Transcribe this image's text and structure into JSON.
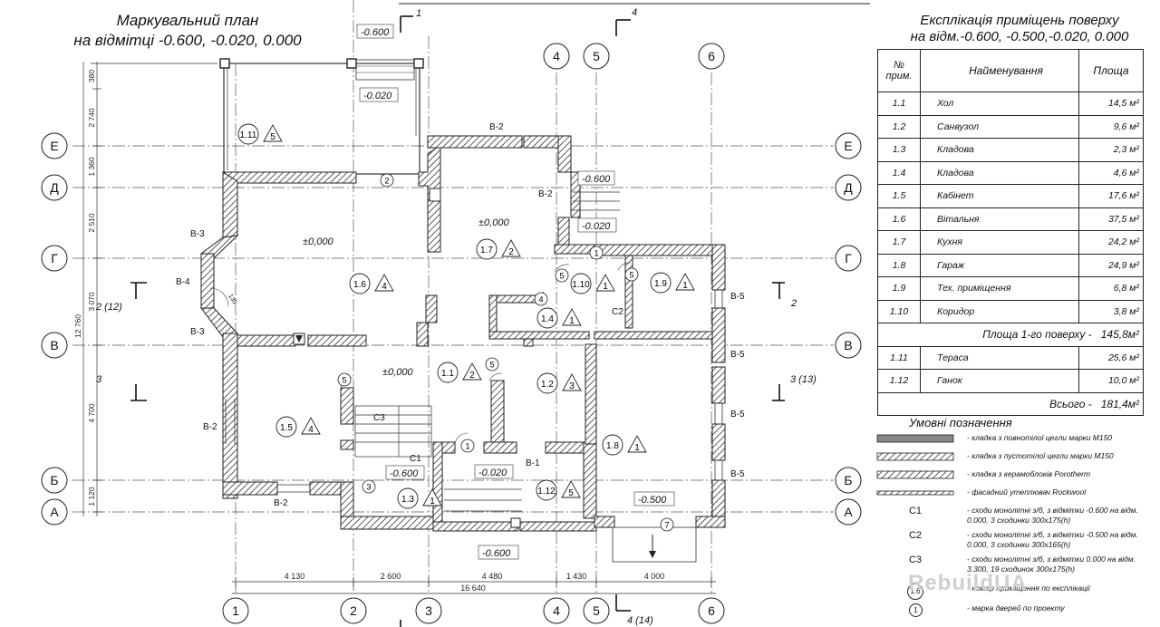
{
  "plan_title": {
    "line1": "Маркувальний план",
    "line2": "на відмітці  -0.600, -0.020,  0.000"
  },
  "explication": {
    "title_line1": "Експлікація приміщень поверху",
    "title_line2": "на відм.-0.600, -0.500,-0.020, 0.000",
    "headers": {
      "no": "№ прим.",
      "name": "Найменування",
      "area": "Площа"
    },
    "rows": [
      {
        "no": "1.1",
        "name": "Хол",
        "area": "14,5 м²"
      },
      {
        "no": "1.2",
        "name": "Санвузол",
        "area": "9,6 м²"
      },
      {
        "no": "1.3",
        "name": "Кладова",
        "area": "2,3 м²"
      },
      {
        "no": "1.4",
        "name": "Кладова",
        "area": "4,6 м²"
      },
      {
        "no": "1.5",
        "name": "Кабінет",
        "area": "17,6 м²"
      },
      {
        "no": "1.6",
        "name": "Вітальня",
        "area": "37,5 м²"
      },
      {
        "no": "1.7",
        "name": "Кухня",
        "area": "24,2 м²"
      },
      {
        "no": "1.8",
        "name": "Гараж",
        "area": "24,9 м²"
      },
      {
        "no": "1.9",
        "name": "Тех. приміщення",
        "area": "6,8 м²"
      },
      {
        "no": "1.10",
        "name": "Коридор",
        "area": "3,8 м²"
      }
    ],
    "floor_total": {
      "label": "Площа 1-го поверху -",
      "value": "145,8м²"
    },
    "extra_rows": [
      {
        "no": "1.11",
        "name": "Тераса",
        "area": "25,6 м²"
      },
      {
        "no": "1.12",
        "name": "Ганок",
        "area": "10,0 м²"
      }
    ],
    "grand_total": {
      "label": "Всього -",
      "value": "181,4м²"
    }
  },
  "legend": {
    "title": "Умовні позначення",
    "items": [
      {
        "symbol": "",
        "text": "- кладка з повнотілої цегли марки М150"
      },
      {
        "symbol": "",
        "text": "- кладка з пустотілої цегли марки М150"
      },
      {
        "symbol": "",
        "text": "- кладка з керамоблоків Porotherm"
      },
      {
        "symbol": "",
        "text": "- фасадний утеплювач Rockwool"
      },
      {
        "symbol": "С1",
        "text": "- сходи монолітні з/б, з відмітки -0.600 на відм. 0.000, 3 сходинки 300х175(h)"
      },
      {
        "symbol": "С2",
        "text": "- сходи монолітні з/б, з відмітки -0.500 на відм. 0.000, 3 сходинки 300х165(h)"
      },
      {
        "symbol": "С3",
        "text": "- сходи монолітні з/б, з відмітки 0.000 на відм. 3.300, 19 сходинок 300х175(h)"
      },
      {
        "symbol": "1.6",
        "text": "- номер приміщення по експлікації"
      },
      {
        "symbol": "1",
        "text": "- марка дверей по проекту"
      }
    ]
  },
  "watermark": "RebuildUA",
  "axes": {
    "numeric": [
      "1",
      "2",
      "3",
      "4",
      "5",
      "6"
    ],
    "letters": [
      "А",
      "Б",
      "В",
      "Г",
      "Д",
      "Е"
    ]
  },
  "dimensions": {
    "bottom_spans": [
      "4 130",
      "2 600",
      "4 480",
      "1 430",
      "4 000"
    ],
    "bottom_total": "16 640",
    "left_spans": [
      "380",
      "2 740",
      "1 360",
      "2 510",
      "3 070",
      "4 700",
      "1 120"
    ],
    "left_total": "12 760"
  },
  "levels": {
    "top": "-0.600",
    "terrace": "-0.020",
    "stair_landing_upper": "-0.600",
    "stair_landing_lower": "-0.020",
    "living": "±0,000",
    "kitchen": "±0,000",
    "hall": "±0,000",
    "porch": "-0.020",
    "c1_landing": "-0.600",
    "garage": "-0.500",
    "outside": "-0.600"
  },
  "sections": {
    "s1": "1",
    "s4_top": "4",
    "s2_left": "2  (12)",
    "s2_right": "2",
    "s3_left": "3",
    "s3_right": "3  (13)",
    "s4_bottom": "4  (14)"
  },
  "stairs": {
    "c1": "С1",
    "c2": "С2",
    "c3": "С3"
  },
  "openings": {
    "b1": "В-1",
    "b2": "В-2",
    "b3": "В-3",
    "b4": "В-4",
    "b5": "В-5"
  },
  "angle": "135",
  "rooms": [
    {
      "id": "1.1",
      "mark": "2"
    },
    {
      "id": "1.2",
      "mark": "3"
    },
    {
      "id": "1.3",
      "mark": "1"
    },
    {
      "id": "1.4",
      "mark": "1"
    },
    {
      "id": "1.5",
      "mark": "4"
    },
    {
      "id": "1.6",
      "mark": "4"
    },
    {
      "id": "1.7",
      "mark": "2"
    },
    {
      "id": "1.8",
      "mark": "1"
    },
    {
      "id": "1.9",
      "mark": "1"
    },
    {
      "id": "1.10",
      "mark": "1"
    },
    {
      "id": "1.11",
      "mark": "5"
    },
    {
      "id": "1.12",
      "mark": "5"
    }
  ],
  "doors": [
    "1",
    "2",
    "3",
    "4",
    "5",
    "7"
  ]
}
